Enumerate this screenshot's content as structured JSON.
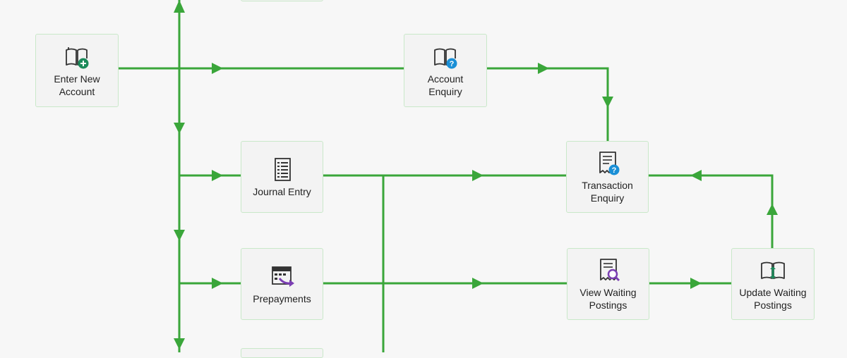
{
  "colors": {
    "connector": "#3aa63a",
    "node_border": "#c9e8c9",
    "node_bg": "#f3f3f3",
    "accent_blue": "#1a8fd6",
    "accent_green": "#1b8a5a",
    "accent_purple": "#7b3fb3"
  },
  "nodes": {
    "enter_new_account": {
      "label_line1": "Enter New",
      "label_line2": "Account",
      "icon": "book-add-icon"
    },
    "account_enquiry": {
      "label_line1": "Account",
      "label_line2": "Enquiry",
      "icon": "book-question-icon"
    },
    "journal_entry": {
      "label_line1": "Journal Entry",
      "label_line2": "",
      "icon": "list-document-icon"
    },
    "transaction_enquiry": {
      "label_line1": "Transaction",
      "label_line2": "Enquiry",
      "icon": "receipt-question-icon"
    },
    "prepayments": {
      "label_line1": "Prepayments",
      "label_line2": "",
      "icon": "calendar-arrow-icon"
    },
    "view_waiting_postings": {
      "label_line1": "View Waiting",
      "label_line2": "Postings",
      "icon": "receipt-search-icon"
    },
    "update_waiting_postings": {
      "label_line1": "Update Waiting",
      "label_line2": "Postings",
      "icon": "book-update-icon"
    }
  }
}
